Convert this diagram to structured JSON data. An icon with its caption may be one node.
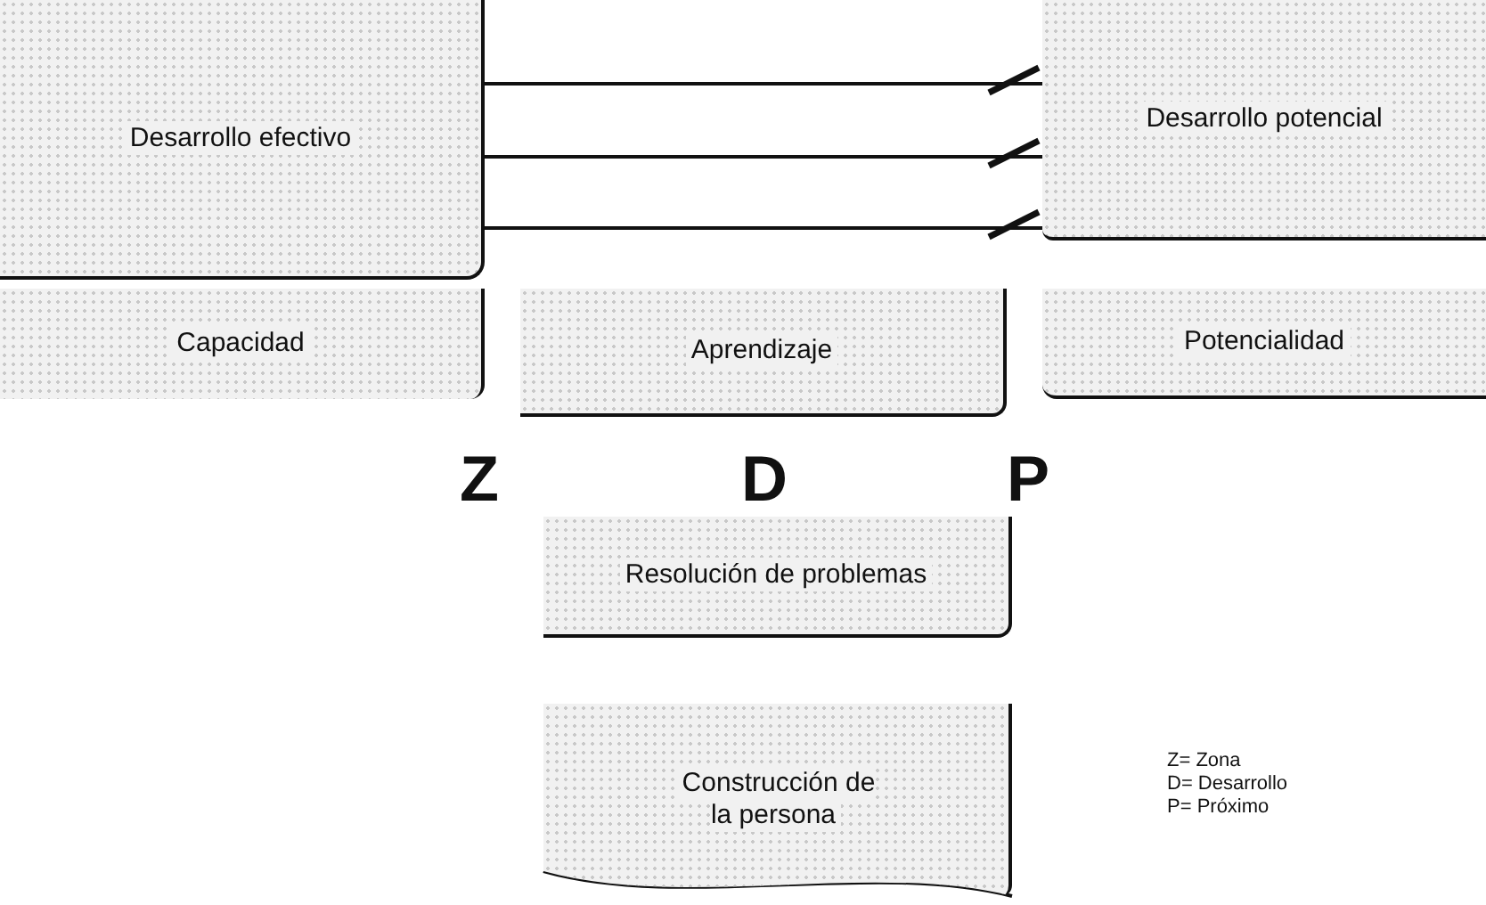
{
  "diagram": {
    "nodes": [
      {
        "text": [
          "Desarrollo efectivo"
        ]
      },
      {
        "text": [
          "Desarrollo potencial"
        ]
      },
      {
        "text": [
          "Capacidad"
        ]
      },
      {
        "text": [
          "Aprendizaje"
        ]
      },
      {
        "text": [
          "Potencialidad"
        ]
      },
      {
        "text": [
          "Resolución de problemas"
        ]
      },
      {
        "text": [
          "Construcción de la persona"
        ]
      }
    ],
    "edges": [
      {
        "from": 0,
        "to": 1,
        "arrow": "other"
      },
      {
        "from": 0,
        "to": 1,
        "arrow": "other"
      },
      {
        "from": 0,
        "to": 1,
        "arrow": "other"
      }
    ],
    "labels": [
      "Z",
      "D",
      "P",
      "Z= Zona",
      "D= Desarrollo",
      "P= Próximo"
    ]
  }
}
